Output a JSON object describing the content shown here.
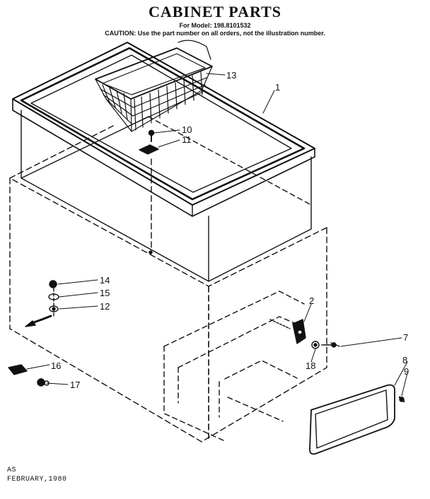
{
  "header": {
    "title": "CABINET PARTS",
    "model": "For Model: 198.8101532",
    "caution": "CAUTION: Use the part number on all orders, not the illustration number."
  },
  "footer": {
    "code": "AS",
    "date": "FEBRUARY,1980"
  },
  "callouts": [
    {
      "id": "13",
      "label": "13"
    },
    {
      "id": "1",
      "label": "1"
    },
    {
      "id": "10",
      "label": "10"
    },
    {
      "id": "11",
      "label": "11"
    },
    {
      "id": "14",
      "label": "14"
    },
    {
      "id": "15",
      "label": "15"
    },
    {
      "id": "12",
      "label": "12"
    },
    {
      "id": "2",
      "label": "2"
    },
    {
      "id": "7",
      "label": "7"
    },
    {
      "id": "18",
      "label": "18"
    },
    {
      "id": "8",
      "label": "8"
    },
    {
      "id": "9",
      "label": "9"
    },
    {
      "id": "16",
      "label": "16"
    },
    {
      "id": "17",
      "label": "17"
    }
  ],
  "colors": {
    "ink": "#111111",
    "paper": "#ffffff"
  }
}
